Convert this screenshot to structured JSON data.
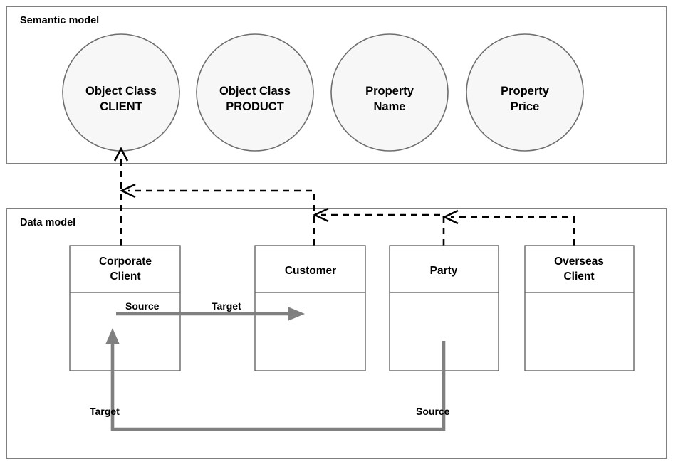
{
  "diagram": {
    "title_hidden": "",
    "frames": [
      {
        "id": "semantic",
        "label": "Semantic model"
      },
      {
        "id": "data",
        "label": "Data model"
      }
    ],
    "semantic_nodes": [
      {
        "id": "client",
        "line1": "Object Class",
        "line2": "CLIENT"
      },
      {
        "id": "product",
        "line1": "Object Class",
        "line2": "PRODUCT"
      },
      {
        "id": "name",
        "line1": "Property",
        "line2": "Name"
      },
      {
        "id": "price",
        "line1": "Property",
        "line2": "Price"
      }
    ],
    "data_entities": [
      {
        "id": "corporate-client",
        "line1": "Corporate",
        "line2": "Client"
      },
      {
        "id": "customer",
        "line1": "Customer",
        "line2": ""
      },
      {
        "id": "party",
        "line1": "Party",
        "line2": ""
      },
      {
        "id": "overseas-client",
        "line1": "Overseas",
        "line2": "Client"
      }
    ],
    "edge_labels": {
      "source_top": "Source",
      "target_top": "Target",
      "target_bottom": "Target",
      "source_bottom": "Source"
    },
    "colors": {
      "frame_stroke": "#808080",
      "node_fill": "#f7f7f7",
      "node_stroke": "#6e6e6e",
      "entity_stroke": "#595959",
      "mapping_link": "#000000",
      "relation_link": "#808080",
      "background": "#ffffff"
    }
  }
}
